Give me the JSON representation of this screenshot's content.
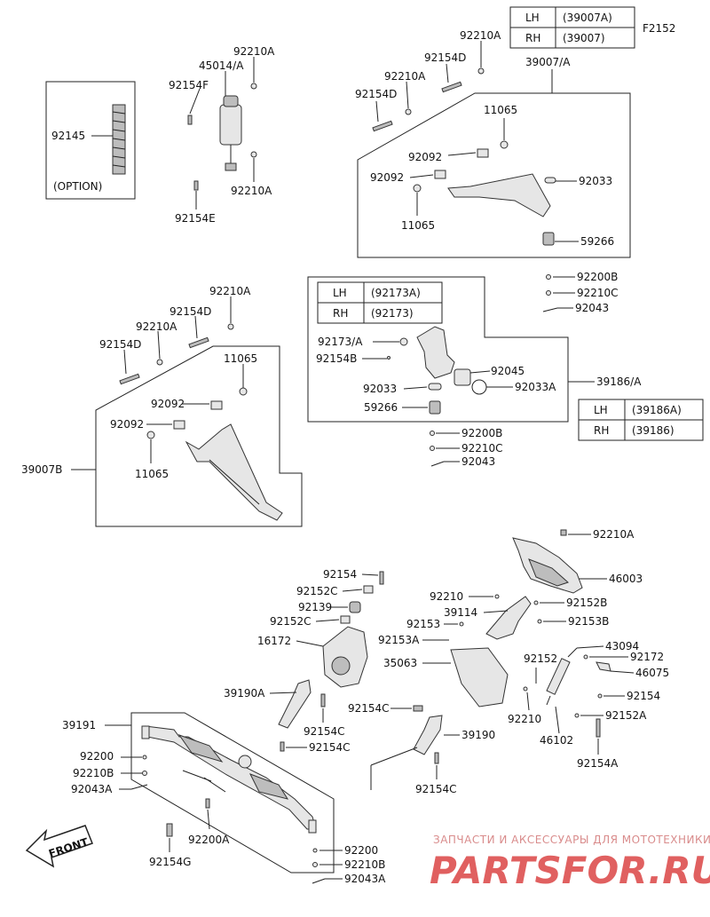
{
  "diagram_code": "F2152",
  "tables": {
    "top": {
      "rows": [
        [
          "LH",
          "(39007A)"
        ],
        [
          "RH",
          "(39007)"
        ]
      ]
    },
    "knuckle": {
      "rows": [
        [
          "LH",
          "(92173A)"
        ],
        [
          "RH",
          "(92173)"
        ]
      ]
    },
    "right": {
      "rows": [
        [
          "LH",
          "(39186A)"
        ],
        [
          "RH",
          "(39186)"
        ]
      ]
    }
  },
  "labels": {
    "p92210A_1": "92210A",
    "p45014A": "45014/A",
    "p92154F": "92154F",
    "p92145": "92145",
    "option": "(OPTION)",
    "p92210A_2": "92210A",
    "p92154E": "92154E",
    "p92210A_3": "92210A",
    "p92154D_1": "92154D",
    "p92210A_4": "92210A",
    "p92154D_2": "92154D",
    "p39007A": "39007/A",
    "p11065_1": "11065",
    "p92092_1": "92092",
    "p92092_2": "92092",
    "p92033_1": "92033",
    "p11065_2": "11065",
    "p59266_1": "59266",
    "p92200B_1": "92200B",
    "p92210C_1": "92210C",
    "p92043_1": "92043",
    "p92210A_5": "92210A",
    "p92154D_3": "92154D",
    "p92210A_6": "92210A",
    "p92154D_4": "92154D",
    "p11065_3": "11065",
    "p92092_3": "92092",
    "p92092_4": "92092",
    "p11065_4": "11065",
    "p39007B": "39007B",
    "p92173A": "92173/A",
    "p92154B": "92154B",
    "p92045": "92045",
    "p92033_2": "92033",
    "p92033A": "92033A",
    "p59266_2": "59266",
    "p39186A": "39186/A",
    "p92200B_2": "92200B",
    "p92210C_2": "92210C",
    "p92043_2": "92043",
    "p92210A_7": "92210A",
    "p46003": "46003",
    "p92154_1": "92154",
    "p92152C_1": "92152C",
    "p92139": "92139",
    "p92152C_2": "92152C",
    "p16172": "16172",
    "p92210_1": "92210",
    "p39114": "39114",
    "p92152B": "92152B",
    "p92153": "92153",
    "p92153B": "92153B",
    "p92153A": "92153A",
    "p43094": "43094",
    "p35063": "35063",
    "p92152": "92152",
    "p92172": "92172",
    "p46075": "46075",
    "p39190A": "39190A",
    "p92154_2": "92154",
    "p92154C_1": "92154C",
    "p92152A": "92152A",
    "p92154C_2": "92154C",
    "p92210_2": "92210",
    "p46102": "46102",
    "p39191": "39191",
    "p92154C_3": "92154C",
    "p39190": "39190",
    "p92200_1": "92200",
    "p92210B_1": "92210B",
    "p92043A_1": "92043A",
    "p92154A": "92154A",
    "p92154C_4": "92154C",
    "p92200A": "92200A",
    "p92154G": "92154G",
    "p92200_2": "92200",
    "p92210B_2": "92210B",
    "p92043A_2": "92043A"
  },
  "front_label": "FRONT",
  "watermark": {
    "line1": "ЗАПЧАСТИ И АКСЕССУАРЫ ДЛЯ МОТОТЕХНИКИ",
    "line2": "PARTSFOR.RU"
  },
  "colors": {
    "ink": "#222222",
    "watermark": "#e06060"
  }
}
